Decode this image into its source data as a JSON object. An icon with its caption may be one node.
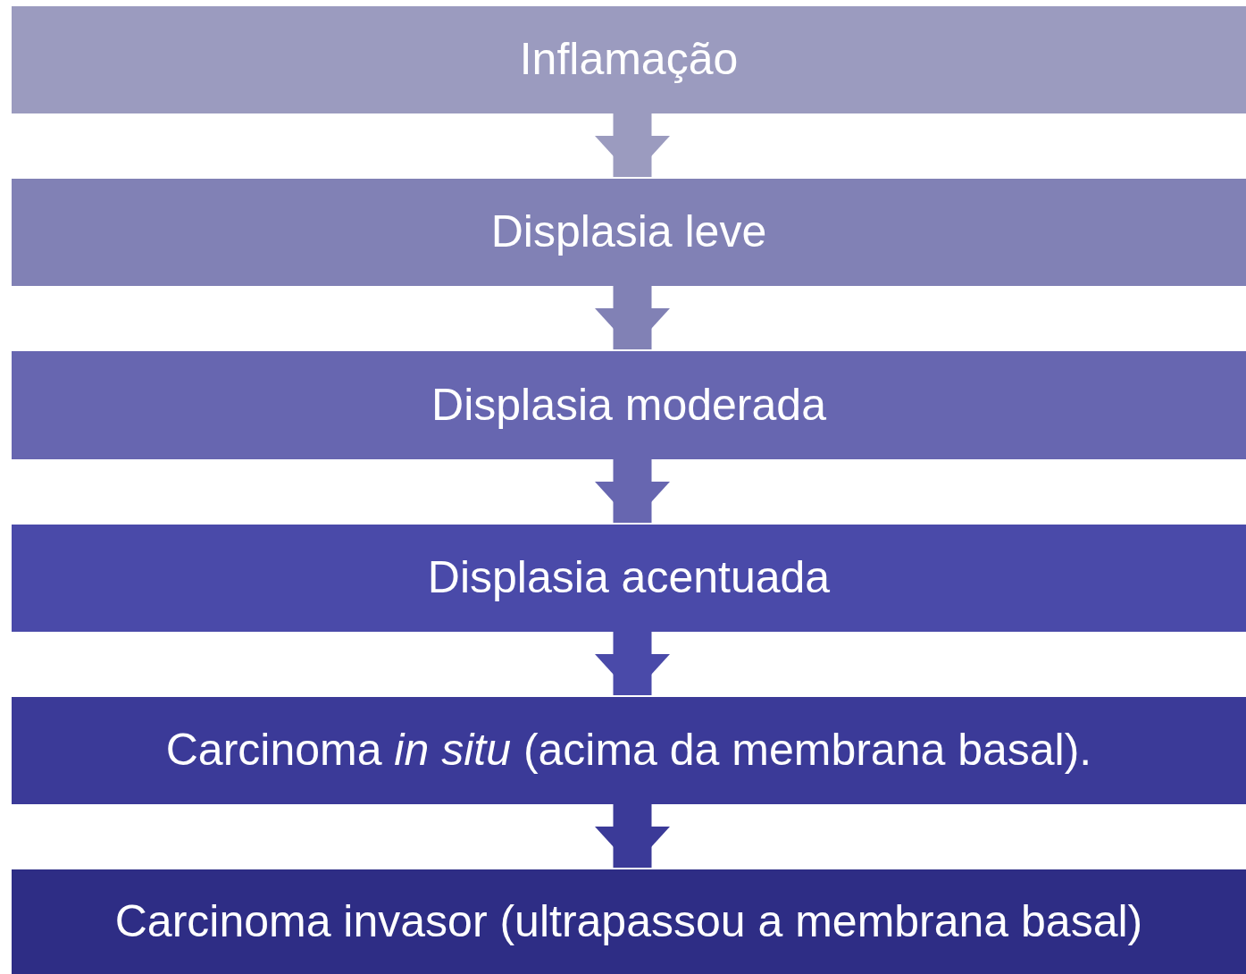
{
  "diagram": {
    "nodes": [
      {
        "text": [
          "Inflamação"
        ]
      },
      {
        "text": [
          "Displasia leve"
        ]
      },
      {
        "text": [
          "Displasia moderada"
        ]
      },
      {
        "text": [
          "Displasia acentuada"
        ]
      },
      {
        "text": [
          "Carcinoma *in situ* (acima da membrana basal)."
        ]
      },
      {
        "text": [
          "Carcinoma invasor (ultrapassou a membrana basal)"
        ]
      }
    ],
    "edges": [
      {
        "from": 0,
        "to": 1,
        "arrow": "to",
        "color": "#9b9bbf"
      },
      {
        "from": 1,
        "to": 2,
        "arrow": "to",
        "color": "#8181b5"
      },
      {
        "from": 2,
        "to": 3,
        "arrow": "to",
        "color": "#6766b0"
      },
      {
        "from": 3,
        "to": 4,
        "arrow": "to",
        "color": "#4a4aa9"
      },
      {
        "from": 4,
        "to": 5,
        "arrow": "to",
        "color": "#3b3a98"
      }
    ]
  }
}
